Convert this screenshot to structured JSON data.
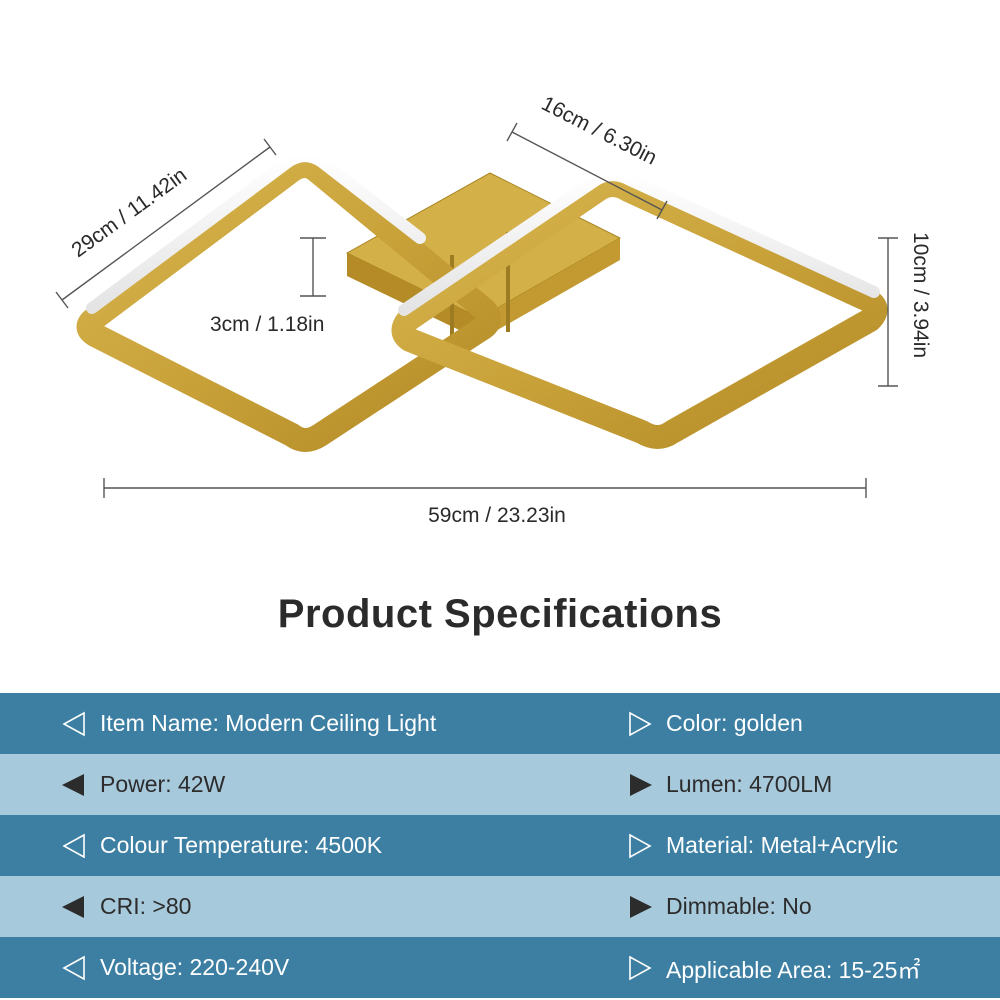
{
  "dimensions": {
    "length_diag": "29cm / 11.42in",
    "width_diag": "16cm / 6.30in",
    "thickness": "3cm / 1.18in",
    "height": "10cm / 3.94in",
    "total_width": "59cm / 23.23in"
  },
  "title": "Product Specifications",
  "colors": {
    "gold": "#c9a23a",
    "gold_dark": "#b48b27",
    "row_dark": "#3c7fa3",
    "row_light": "#a7c9dc"
  },
  "specs": [
    {
      "left": {
        "label": "Item Name: Modern Ceiling Light",
        "icon": "triangle-outline-left-icon"
      },
      "right": {
        "label": "Color: golden",
        "icon": "triangle-outline-right-icon"
      }
    },
    {
      "left": {
        "label": "Power: 42W",
        "icon": "triangle-filled-left-icon"
      },
      "right": {
        "label": "Lumen: 4700LM",
        "icon": "triangle-filled-right-icon"
      }
    },
    {
      "left": {
        "label": "Colour Temperature: 4500K",
        "icon": "triangle-outline-left-icon"
      },
      "right": {
        "label": "Material: Metal+Acrylic",
        "icon": "triangle-outline-right-icon"
      }
    },
    {
      "left": {
        "label": "CRI: >80",
        "icon": "triangle-filled-left-icon"
      },
      "right": {
        "label": "Dimmable: No",
        "icon": "triangle-filled-right-icon"
      }
    },
    {
      "left": {
        "label": "Voltage: 220-240V",
        "icon": "triangle-outline-left-icon"
      },
      "right": {
        "label": "Applicable Area: 15-25㎡",
        "icon": "triangle-outline-right-icon"
      }
    }
  ]
}
